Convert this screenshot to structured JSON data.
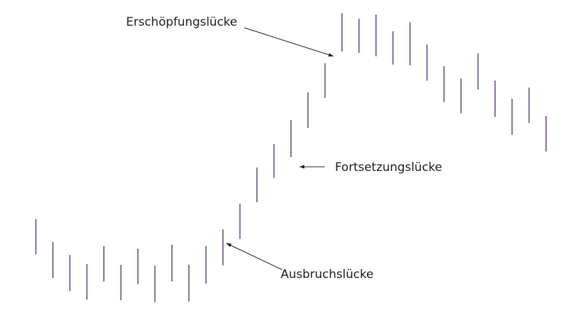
{
  "chart_data": {
    "type": "range-bar",
    "title": "",
    "xlabel": "",
    "ylabel": "",
    "grid": false,
    "axes_visible": false,
    "bar_color": "#6a4a8a",
    "x": [
      1,
      2,
      3,
      4,
      5,
      6,
      7,
      8,
      9,
      10,
      11,
      12,
      13,
      14,
      15,
      16,
      17,
      18,
      19,
      20,
      21,
      22,
      23,
      24,
      25,
      26,
      27,
      28,
      29,
      30,
      31
    ],
    "high": [
      144,
      111,
      92,
      79,
      105,
      78,
      101,
      77,
      107,
      78,
      105,
      129,
      166,
      218,
      252,
      286,
      326,
      368,
      440,
      432,
      438,
      414,
      427,
      395,
      364,
      346,
      382,
      343,
      317,
      333,
      292
    ],
    "low": [
      93,
      59,
      40,
      28,
      54,
      27,
      50,
      24,
      54,
      25,
      51,
      77,
      115,
      168,
      203,
      233,
      275,
      318,
      385,
      383,
      378,
      366,
      365,
      343,
      312,
      296,
      330,
      291,
      265,
      282,
      241
    ],
    "ylim": [
      0,
      459
    ],
    "annotations": [
      {
        "text": "Erschöpfungslücke",
        "x": 18.5,
        "y": 378
      },
      {
        "text": "Fortsetzungslücke",
        "x": 16.5,
        "y": 219
      },
      {
        "text": "Ausbruchslücke",
        "x": 12.2,
        "y": 109
      }
    ]
  }
}
